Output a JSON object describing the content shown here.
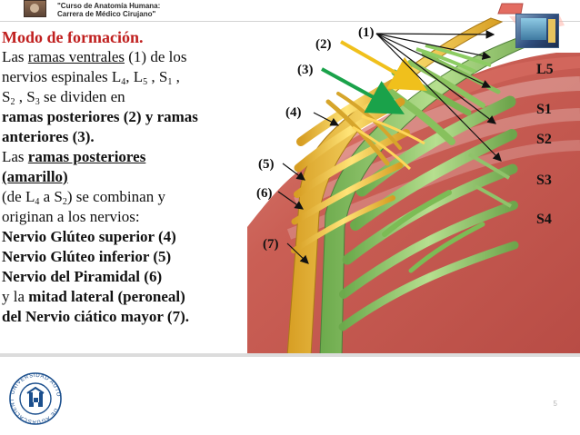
{
  "header": {
    "line1": "\"Curso de Anatomía Humana:",
    "line2": "Carrera de Médico Cirujano\""
  },
  "slide": {
    "heading": "Modo de formación.",
    "text_line_1": "Las",
    "text_line_1_link": "ramas ventrales",
    "text_line_1_tail": "(1) de los",
    "text_line_2_pre": "nervios espinales  L",
    "text_line_2_sub1": "4",
    "text_line_2_mid1": ", L",
    "text_line_2_sub2": "5",
    "text_line_2_mid2": " , S",
    "text_line_2_sub3": "1",
    "text_line_2_tail": " ,",
    "text_line_3_pre": "S",
    "text_line_3_sub1": "2",
    "text_line_3_mid": " , S",
    "text_line_3_sub2": "3",
    "text_line_3_tail": " se dividen en",
    "text_line_4": "ramas posteriores (2)  y ramas",
    "text_line_5": "anteriores (3).",
    "text_line_6_pre": "Las ",
    "text_line_6_link": "ramas posteriores",
    "text_line_7": "(amarillo)",
    "text_line_8_pre": "(de L",
    "text_line_8_sub1": "4",
    "text_line_8_mid": " a S",
    "text_line_8_sub2": "2",
    "text_line_8_tail": ") se combinan y",
    "text_line_9": "originan a los nervios:",
    "text_line_10": "Nervio Glúteo superior (4)",
    "text_line_11": "Nervio Glúteo inferior (5)",
    "text_line_12": "Nervio del Piramidal (6)",
    "text_line_13_pre": "y la ",
    "text_line_13_bold": "mitad lateral (peroneal)",
    "text_line_14": "del  Nervio ciático mayor (7).",
    "text_line_14_tail": "."
  },
  "markers": {
    "m1": "(1)",
    "m2": "(2)",
    "m3": "(3)",
    "m4": "(4)",
    "m5": "(5)",
    "m6": "(6)",
    "m7": "(7)"
  },
  "spine_labels": {
    "l5": "L5",
    "s1": "S1",
    "s2": "S2",
    "s3": "S3",
    "s4": "S4"
  },
  "page_number": "5",
  "colors": {
    "heading_red": "#c0201f",
    "nerve_green": "#8fc36a",
    "nerve_yellow": "#efc63f",
    "arrow_green": "#1aa24a",
    "arrow_yellow": "#f0c01c"
  },
  "icons": {
    "header_thumbnail": "book-thumbnail-icon",
    "corner_thumbnail": "cover-thumbnail-icon",
    "logo": "university-seal-icon"
  }
}
